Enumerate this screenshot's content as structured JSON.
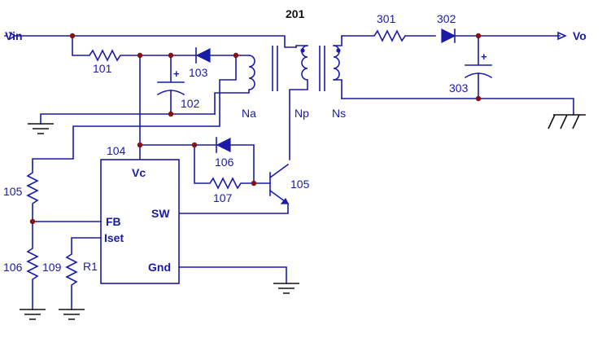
{
  "title": "201",
  "input_label": "Vin",
  "output_label": "Vo",
  "ic": {
    "ref": "104",
    "pins": {
      "vc": "Vc",
      "sw": "SW",
      "fb": "FB",
      "iset": "Iset",
      "gnd": "Gnd"
    }
  },
  "components": {
    "r101": "101",
    "c102": "102",
    "d103": "103",
    "r105": "105",
    "q105": "105",
    "r106": "106",
    "d106": "106",
    "r107": "107",
    "r109": "109",
    "r1": "R1",
    "r301": "301",
    "d302": "302",
    "c303": "303"
  },
  "windings": {
    "aux": "Na",
    "primary": "Np",
    "secondary": "Ns"
  },
  "polarity_mark": "+",
  "colors": {
    "wire": "#1a1aa8",
    "junction": "#8a1010",
    "ground": "#111111"
  }
}
